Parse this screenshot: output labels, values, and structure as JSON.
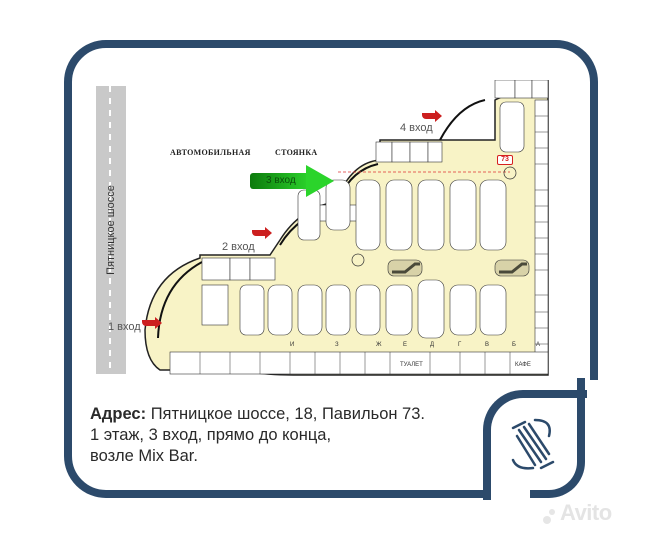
{
  "map": {
    "road_label": "Пятницкое шоссе",
    "parking_label_1": "АВТОМОБИЛЬНАЯ",
    "parking_label_2": "СТОЯНКА",
    "entries": [
      {
        "label": "1 вход"
      },
      {
        "label": "2 вход"
      },
      {
        "label": "3 вход"
      },
      {
        "label": "4 вход"
      }
    ],
    "highlight_pavilion": "73",
    "section_letters": [
      "И",
      "З",
      "Ж",
      "Е",
      "Д",
      "Г",
      "В",
      "Б",
      "А"
    ],
    "facility_labels": {
      "toilet": "ТУАЛЕТ",
      "cafe": "КАФЕ"
    },
    "colors": {
      "mall_fill": "#f8f3c6",
      "highlight": "#d62020",
      "entry_arrow": "#cc1f1f",
      "main_entry_arrow": "#2bd42b"
    }
  },
  "address": {
    "label": "Адрес:",
    "line1": " Пятницкое шоссе, 18, Павильон 73.",
    "line2": "1 этаж, 3 вход, прямо до конца,",
    "line3": "возле Mix Bar."
  },
  "frame": {
    "color": "#2c4a6b"
  },
  "watermark": {
    "text": "Avito"
  }
}
